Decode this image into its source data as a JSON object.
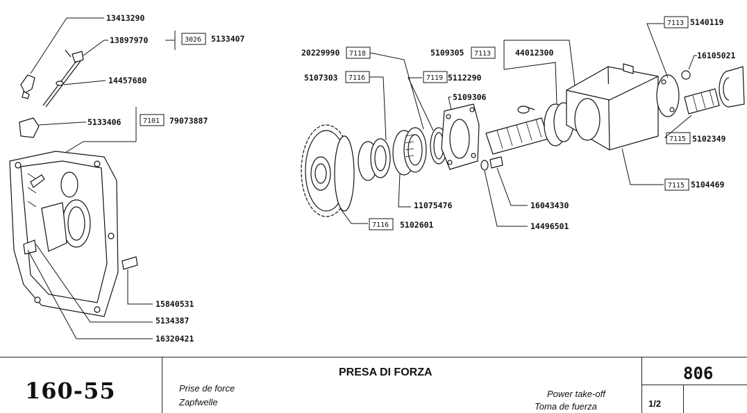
{
  "diagram": {
    "parts": {
      "p13413290": "13413290",
      "p13897970": "13897970",
      "ref3026": "3026",
      "p5133407": "5133407",
      "p14457680": "14457680",
      "p5133406": "5133406",
      "ref7101": "7101",
      "p79073887": "79073887",
      "p15840531": "15840531",
      "p5134387": "5134387",
      "p16320421": "16320421",
      "p20229990": "20229990",
      "ref7118": "7118",
      "p5107303": "5107303",
      "ref7116a": "7116",
      "p5109305": "5109305",
      "ref7113a": "7113",
      "p44012300": "44012300",
      "ref7119": "7119",
      "p5112290": "5112290",
      "p5109306": "5109306",
      "ref7113b": "7113",
      "p5140119": "5140119",
      "p16105021": "16105021",
      "ref7115a": "7115",
      "p5102349": "5102349",
      "ref7115b": "7115",
      "p5104469": "5104469",
      "p11075476": "11075476",
      "ref7116b": "7116",
      "p5102601": "5102601",
      "p16043430": "16043430",
      "p14496501": "14496501"
    }
  },
  "footer": {
    "model": "160-55",
    "title_it": "PRESA DI FORZA",
    "title_fr": "Prise de force",
    "title_de": "Zapfwelle",
    "title_en": "Power take-off",
    "title_es": "Toma de fuerza",
    "page_number": "806",
    "page_sub": "1/2"
  }
}
